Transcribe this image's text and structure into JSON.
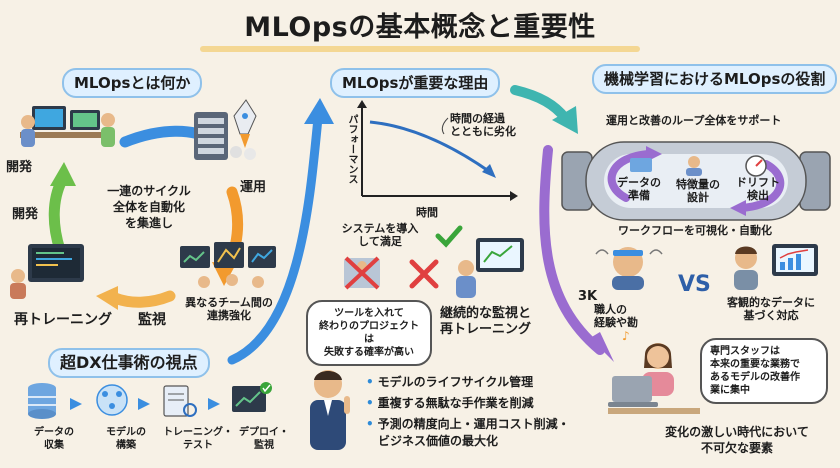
{
  "title": "MLOpsの基本概念と重要性",
  "section1": {
    "heading": "MLOpsとは何か",
    "cycle_labels": {
      "dev_top": "開発",
      "dev_mid": "開発",
      "ops": "運用",
      "retrain": "再トレーニング",
      "monitor": "監視"
    },
    "center_text": [
      "一連のサイクル",
      "全体を自動化",
      "を集進し"
    ],
    "collab_text": [
      "異なるチーム間の",
      "連携強化"
    ]
  },
  "section2": {
    "heading": "MLOpsが重要な理由",
    "graph": {
      "ylabel": "パフォーマンス",
      "xlabel": "時間",
      "annotation": [
        "時間の経過",
        "とともに劣化"
      ]
    },
    "satisfied_text": [
      "システムを導入",
      "して満足"
    ],
    "monitoring_text": [
      "継続的な監視と",
      "再トレーニング"
    ],
    "speech_bubble": [
      "ツールを入れて",
      "終わりのプロジェクトは",
      "失敗する確率が高い"
    ],
    "bullets": [
      "モデルのライフサイクル管理",
      "重複する無駄な手作業を削減",
      "予測の精度向上・運用コスト削減・",
      "ビジネス価値の最大化"
    ]
  },
  "section3": {
    "heading": "機械学習におけるMLOpsの役割",
    "support_text": "運用と改善のループ全体をサポート",
    "loop_items": [
      [
        "データの",
        "準備"
      ],
      [
        "特徴量の",
        "設計"
      ],
      [
        "ドリフト",
        "検出"
      ]
    ],
    "workflow_text": "ワークフローを可視化・自動化",
    "vs_text": "VS",
    "left_vs": [
      "3K",
      "職人の",
      "経験や勘"
    ],
    "right_vs": [
      "客観的なデータに",
      "基づく対応"
    ],
    "expert_bubble": [
      "専門スタッフは",
      "本来の重要な業務で",
      "あるモデルの改善作",
      "業に集中"
    ],
    "footer": [
      "変化の激しい時代において",
      "不可欠な要素"
    ]
  },
  "section4": {
    "heading": "超DX仕事術の視点",
    "steps": [
      [
        "データの",
        "収集"
      ],
      [
        "モデルの",
        "構築"
      ],
      [
        "トレーニング・",
        "テスト"
      ],
      [
        "デプロイ・",
        "監視"
      ]
    ]
  },
  "colors": {
    "blue_arrow": "#3b8ee0",
    "orange_arrow": "#f29a2e",
    "green_arrow": "#6cbf4a",
    "purple_arrow": "#9a6cd0",
    "teal_arrow": "#3fb5b0",
    "graph_line": "#2e6fc0",
    "red_cross": "#e04040",
    "check_green": "#3aa53a"
  }
}
